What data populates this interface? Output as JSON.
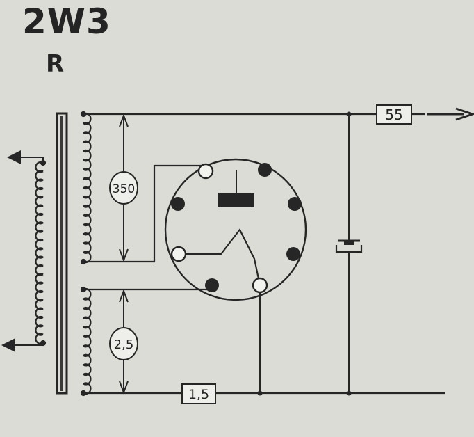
{
  "header": {
    "title": "2W3",
    "subtitle": "R"
  },
  "labels": {
    "output_voltage": "55",
    "hv_winding_voltage": "350",
    "filament_winding_voltage": "2,5",
    "return_voltage": "1,5"
  },
  "colors": {
    "background": "#dcdcd7",
    "ink": "#262626"
  }
}
